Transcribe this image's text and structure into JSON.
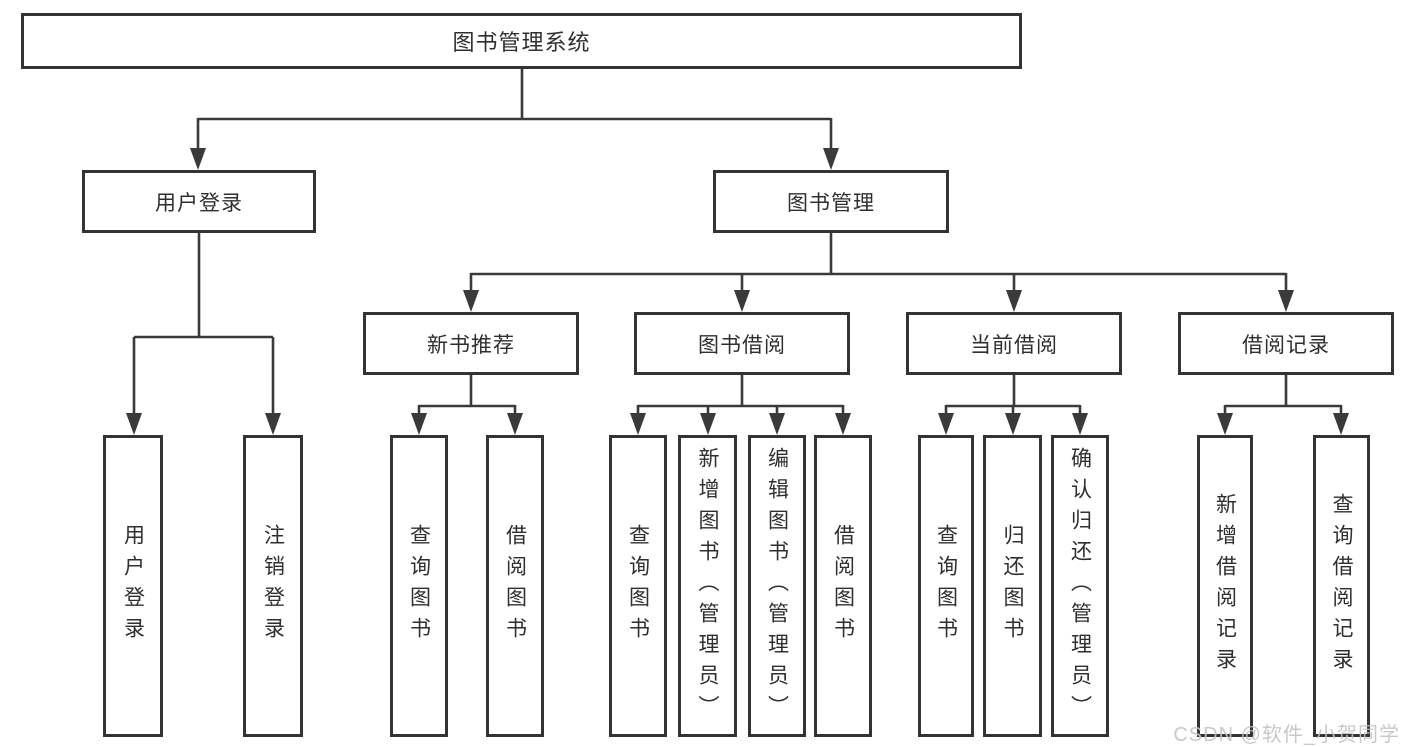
{
  "colors": {
    "line": "#3a3a3a",
    "box_border": "#333333",
    "box_background": "#ffffff",
    "text": "#2f2f2f",
    "watermark": "#c3c3c9",
    "background": "#ffffff"
  },
  "watermark": {
    "text": "CSDN @软件_小贺同学"
  },
  "tree": {
    "root": {
      "label": "图书管理系统"
    },
    "children": [
      {
        "label": "用户登录",
        "children": [
          {
            "label": "用户登录"
          },
          {
            "label": "注销登录"
          }
        ]
      },
      {
        "label": "图书管理",
        "children": [
          {
            "label": "新书推荐",
            "children": [
              {
                "label": "查询图书"
              },
              {
                "label": "借阅图书"
              }
            ]
          },
          {
            "label": "图书借阅",
            "children": [
              {
                "label": "查询图书"
              },
              {
                "label": "新增图书（管理员）"
              },
              {
                "label": "编辑图书（管理员）"
              },
              {
                "label": "借阅图书"
              }
            ]
          },
          {
            "label": "当前借阅",
            "children": [
              {
                "label": "查询图书"
              },
              {
                "label": "归还图书"
              },
              {
                "label": "确认归还（管理员）"
              }
            ]
          },
          {
            "label": "借阅记录",
            "children": [
              {
                "label": "新增借阅记录"
              },
              {
                "label": "查询借阅记录"
              }
            ]
          }
        ]
      }
    ]
  }
}
